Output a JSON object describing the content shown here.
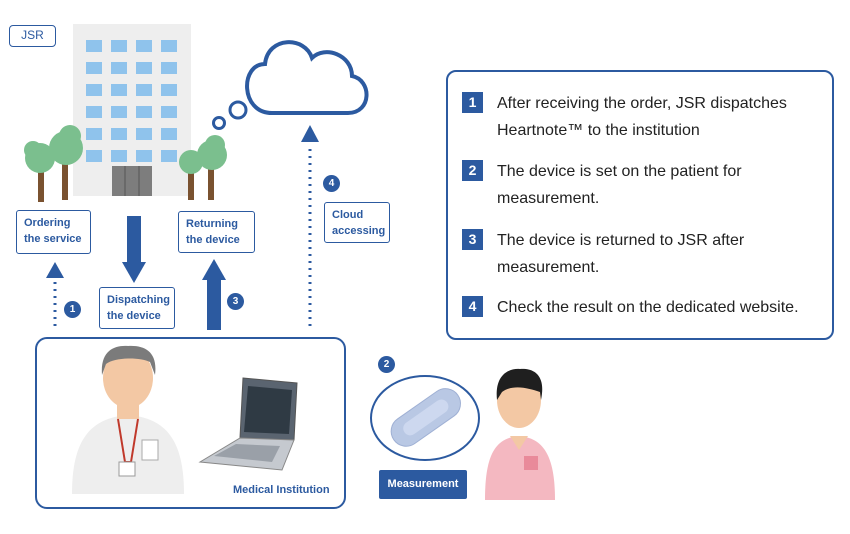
{
  "brand": "JSR",
  "labels": {
    "ordering": "Ordering\nthe service",
    "dispatching": "Dispatching\nthe device",
    "returning": "Returning\nthe device",
    "cloud": "Cloud\naccessing",
    "institution": "Medical Institution",
    "measurement": "Measurement"
  },
  "markers": {
    "n1": "1",
    "n2": "2",
    "n3": "3",
    "n4": "4"
  },
  "steps": [
    {
      "num": "1",
      "text": "After receiving the order, JSR dispatches Heartnote™ to the institution"
    },
    {
      "num": "2",
      "text": "The device is set on the patient for measurement."
    },
    {
      "num": "3",
      "text": "The device is returned to JSR after measurement."
    },
    {
      "num": "4",
      "text": "Check the result on the dedicated website."
    }
  ],
  "colors": {
    "accent": "#2c5aa0",
    "building": "#eeeeee",
    "window": "#8fc3ec",
    "tree": "#7bbf8e",
    "trunk": "#7a5230"
  },
  "icons": [
    "building-icon",
    "tree-icon",
    "cloud-icon",
    "doctor-icon",
    "laptop-icon",
    "patch-device-icon",
    "patient-icon",
    "arrow-icon"
  ]
}
